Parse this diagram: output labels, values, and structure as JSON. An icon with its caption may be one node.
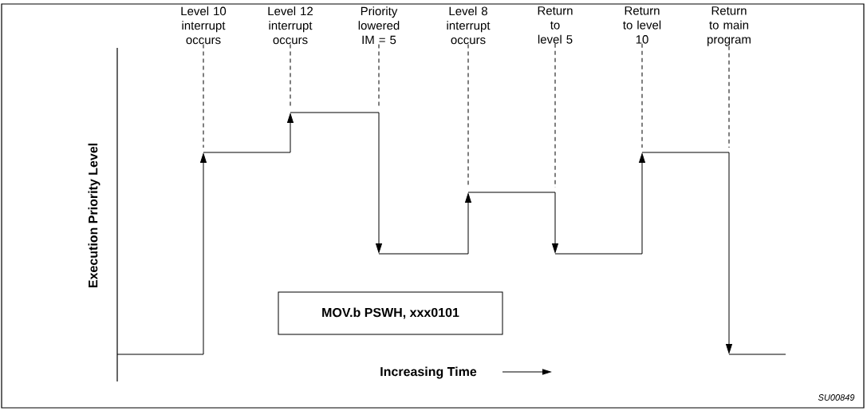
{
  "diagram": {
    "nodes": [
      {
        "text": [
          "Level 10 interrupt occurs"
        ]
      },
      {
        "text": [
          "Level 12 interrupt occurs"
        ]
      },
      {
        "text": [
          "Priority lowered IM = 5"
        ]
      },
      {
        "text": [
          "Level 8 interrupt occurs"
        ]
      },
      {
        "text": [
          "Return to level 5"
        ]
      },
      {
        "text": [
          "Return to level 10"
        ]
      },
      {
        "text": [
          "Return to main program"
        ]
      },
      {
        "text": [
          "MOV.b PSWH, xxx0101"
        ]
      }
    ],
    "edges": [
      {
        "from": 0,
        "to": null,
        "arrow": "none",
        "style": "dashed"
      },
      {
        "from": 1,
        "to": null,
        "arrow": "none",
        "style": "dashed"
      },
      {
        "from": 2,
        "to": null,
        "arrow": "none",
        "style": "dashed"
      },
      {
        "from": 3,
        "to": null,
        "arrow": "none",
        "style": "dashed"
      },
      {
        "from": 4,
        "to": null,
        "arrow": "none",
        "style": "dashed"
      },
      {
        "from": 5,
        "to": null,
        "arrow": "none",
        "style": "dashed"
      },
      {
        "from": 6,
        "to": null,
        "arrow": "none",
        "style": "dashed"
      }
    ],
    "labels": [
      "Execution Priority Level",
      "Increasing Time",
      "SU00849"
    ]
  }
}
